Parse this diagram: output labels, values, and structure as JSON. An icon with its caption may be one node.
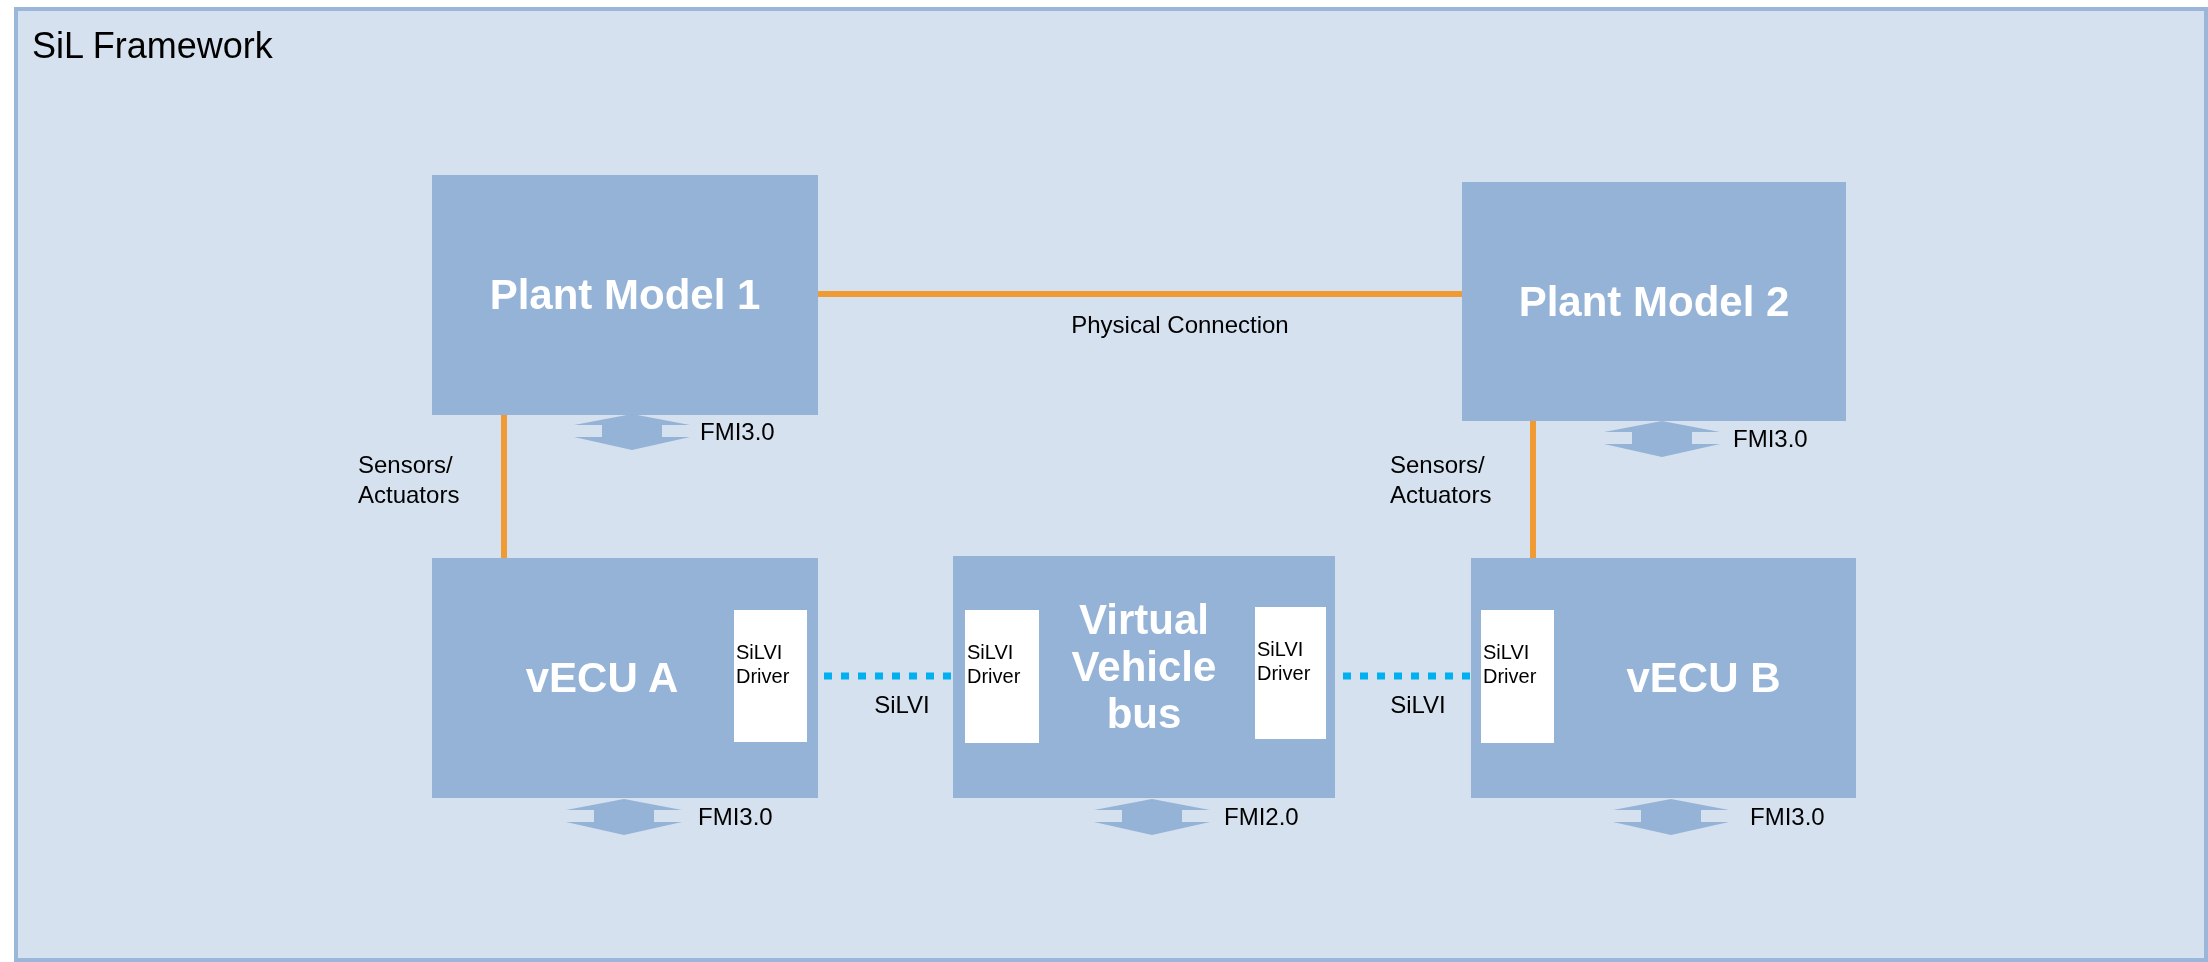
{
  "diagram": {
    "nodes": [
      {
        "text": [
          "SiL Framework"
        ]
      },
      {
        "text": [
          "Plant Model 1"
        ],
        "in": 0,
        "beside": [
          "FMI3.0"
        ]
      },
      {
        "text": [
          "Plant Model 2"
        ],
        "in": 0,
        "beside": [
          "FMI3.0"
        ]
      },
      {
        "text": [
          "vECU A"
        ],
        "in": 0,
        "beside": [
          "FMI3.0"
        ]
      },
      {
        "text": [
          "SiLVI Driver"
        ],
        "in": 3
      },
      {
        "text": [
          "Virtual Vehicle bus"
        ],
        "in": 0,
        "beside": [
          "FMI2.0"
        ]
      },
      {
        "text": [
          "SiLVI Driver"
        ],
        "in": 5
      },
      {
        "text": [
          "SiLVI Driver"
        ],
        "in": 5
      },
      {
        "text": [
          "vECU B"
        ],
        "in": 0,
        "beside": [
          "FMI3.0"
        ]
      },
      {
        "text": [
          "SiLVI Driver"
        ],
        "in": 8
      }
    ],
    "edges": [
      {
        "from": 1,
        "to": 2,
        "arrow": "none",
        "label": "Physical Connection"
      },
      {
        "from": 1,
        "to": 3,
        "arrow": "none",
        "label": "Sensors/ Actuators"
      },
      {
        "from": 2,
        "to": 8,
        "arrow": "none",
        "label": "Sensors/ Actuators"
      },
      {
        "from": 4,
        "to": 6,
        "arrow": "none",
        "label": "SiLVI",
        "style": "dashed",
        "color": "#00b0f0"
      },
      {
        "from": 7,
        "to": 9,
        "arrow": "none",
        "label": "SiLVI",
        "style": "dashed",
        "color": "#00b0f0"
      }
    ]
  }
}
